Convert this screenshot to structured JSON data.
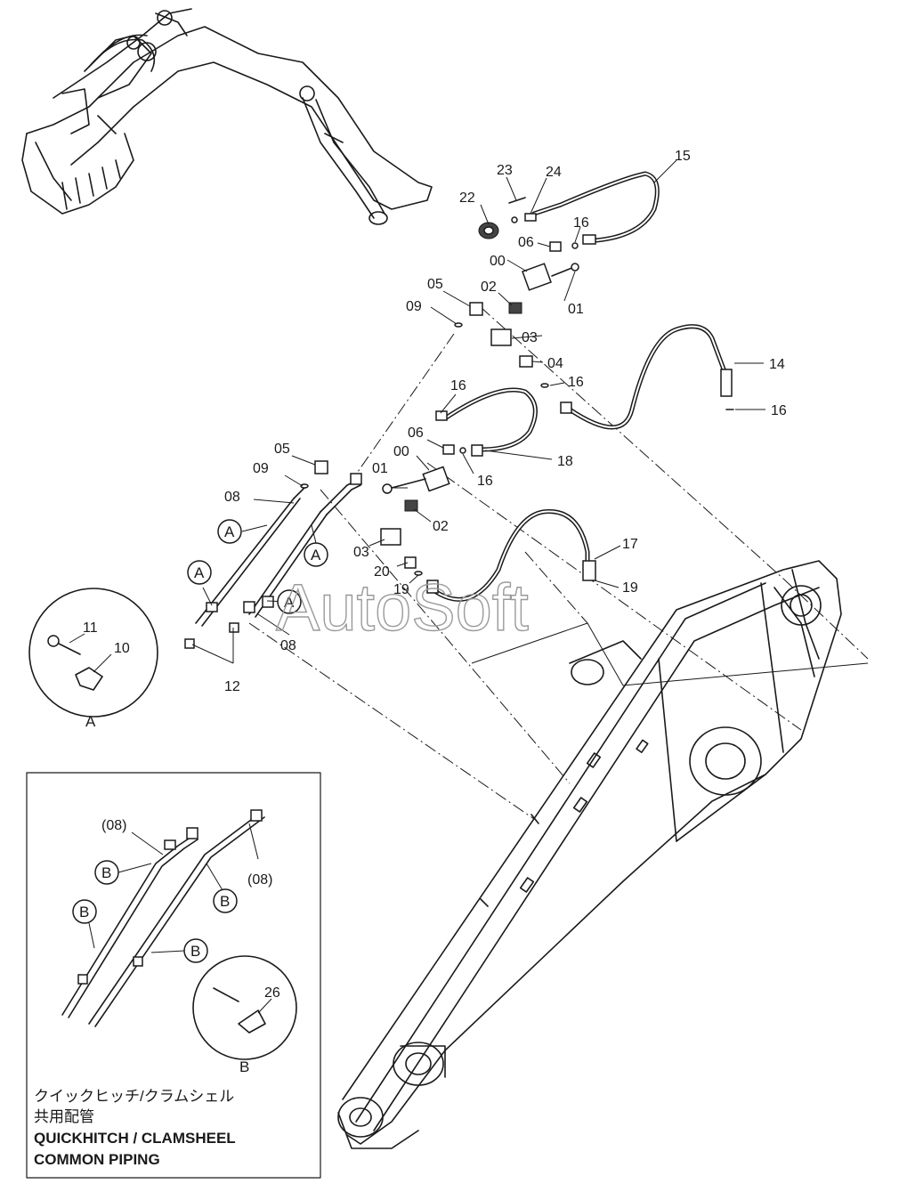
{
  "watermark": "AutoSoft",
  "part_labels": {
    "p23": "23",
    "p24": "24",
    "p15": "15",
    "p22": "22",
    "p16a": "16",
    "p06a": "06",
    "p00a": "00",
    "p01a": "01",
    "p05a": "05",
    "p02a": "02",
    "p09a": "09",
    "p03a": "03",
    "p04": "04",
    "p16b": "16",
    "p14": "14",
    "p16c": "16",
    "p16d": "16",
    "p06b": "06",
    "p00b": "00",
    "p18": "18",
    "p16e": "16",
    "p05b": "05",
    "p09b": "09",
    "p08a": "08",
    "p01b": "01",
    "p02b": "02",
    "p03b": "03",
    "p20": "20",
    "p19a": "19",
    "p17": "17",
    "p19b": "19",
    "p08b": "08",
    "p12": "12",
    "p11": "11",
    "p10": "10",
    "p08c": "(08)",
    "p08d": "(08)",
    "p26": "26"
  },
  "callouts": {
    "a": "A",
    "b": "B"
  },
  "detail_labels": {
    "a": "A",
    "b": "B"
  },
  "inset_caption": {
    "jp_line1": "クイックヒッチ/クラムシェル",
    "jp_line2": "共用配管",
    "en_line1": "QUICKHITCH / CLAMSHEEL",
    "en_line2": "COMMON  PIPING"
  }
}
